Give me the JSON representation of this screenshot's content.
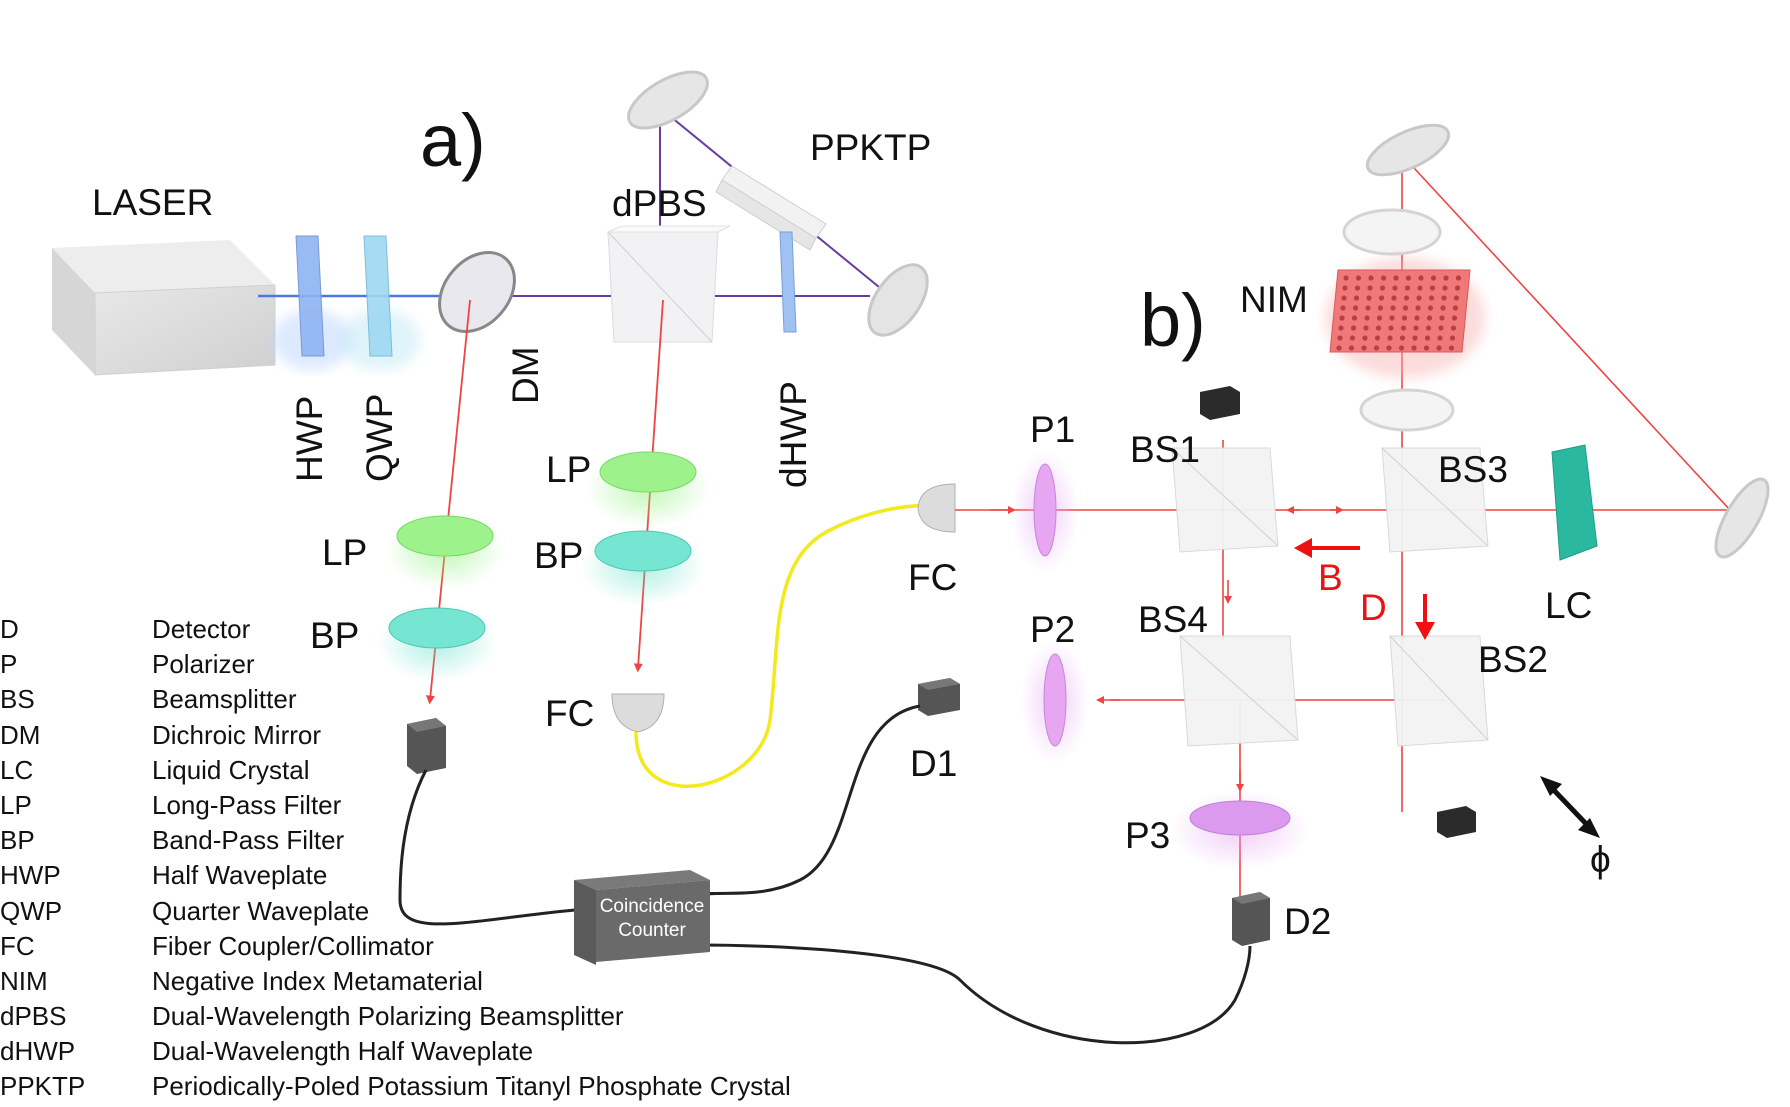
{
  "panels": {
    "a": "a)",
    "b": "b)"
  },
  "labels": {
    "laser": "LASER",
    "hwp": "HWP",
    "qwp": "QWP",
    "dm": "DM",
    "dpbs": "dPBS",
    "ppktp": "PPKTP",
    "dhwp": "dHWP",
    "lp_left": "LP",
    "bp_left": "BP",
    "lp_mid": "LP",
    "bp_mid": "BP",
    "fc_mid": "FC",
    "fc_right": "FC",
    "nim": "NIM",
    "p1": "P1",
    "p2": "P2",
    "p3": "P3",
    "bs1": "BS1",
    "bs2": "BS2",
    "bs3": "BS3",
    "bs4": "BS4",
    "lc": "LC",
    "b": "B",
    "d": "D",
    "d1": "D1",
    "d2": "D2",
    "phi": "ϕ"
  },
  "coincidence_counter": {
    "line1": "Coincidence",
    "line2": "Counter"
  },
  "legend": [
    {
      "abbr": "D",
      "desc": "Detector"
    },
    {
      "abbr": "P",
      "desc": "Polarizer"
    },
    {
      "abbr": "BS",
      "desc": "Beamsplitter"
    },
    {
      "abbr": "DM",
      "desc": "Dichroic Mirror"
    },
    {
      "abbr": "LC",
      "desc": "Liquid Crystal"
    },
    {
      "abbr": "LP",
      "desc": "Long-Pass Filter"
    },
    {
      "abbr": "BP",
      "desc": "Band-Pass Filter"
    },
    {
      "abbr": "HWP",
      "desc": "Half Waveplate"
    },
    {
      "abbr": "QWP",
      "desc": "Quarter Waveplate"
    },
    {
      "abbr": "FC",
      "desc": "Fiber Coupler/Collimator"
    },
    {
      "abbr": "NIM",
      "desc": "Negative Index Metamaterial"
    },
    {
      "abbr": "dPBS",
      "desc": "Dual-Wavelength Polarizing Beamsplitter"
    },
    {
      "abbr": "dHWP",
      "desc": "Dual-Wavelength Half Waveplate"
    },
    {
      "abbr": "PPKTP",
      "desc": "Periodically-Poled Potassium Titanyl Phosphate Crystal"
    }
  ],
  "colors": {
    "pump_beam": "#6a3aa0",
    "red_beam": "#ee4444",
    "fiber_yellow": "#f2ea1a",
    "cable": "#222222",
    "waveplate_blue": "#7aa8ee",
    "filter_green": "#8ef07a",
    "filter_cyan": "#5fe0c8",
    "polarizer": "#e6a6f2",
    "nim_red": "#f07878",
    "lc_teal": "#2ab8a0",
    "arrow_red": "#ee1111"
  }
}
